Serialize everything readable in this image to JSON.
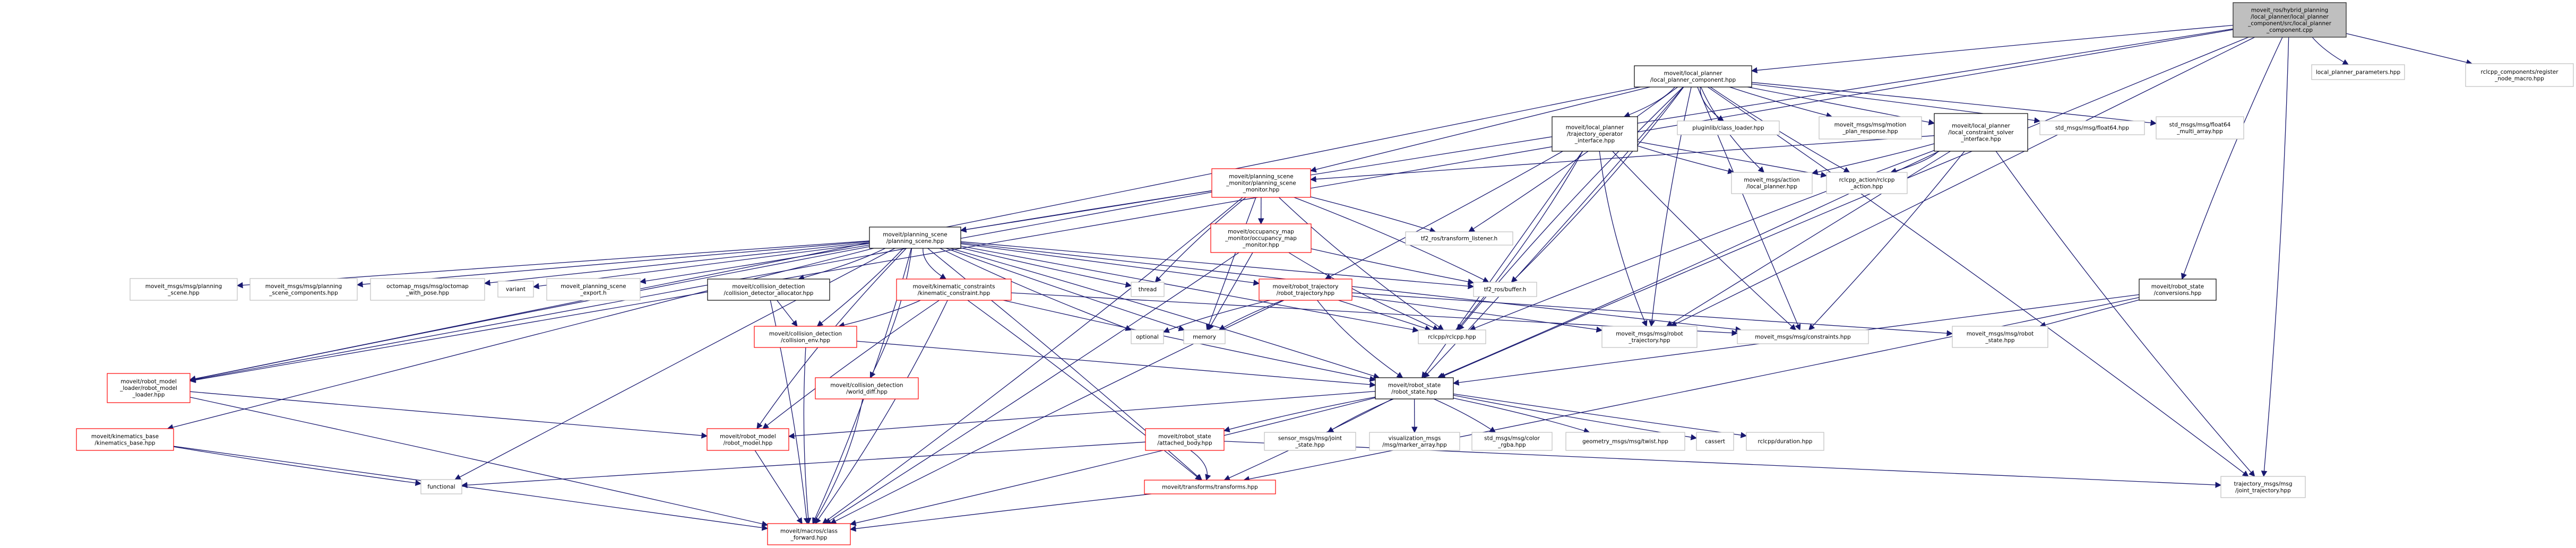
{
  "title": "Include dependency graph for local_planner_component.cpp",
  "colors": {
    "edge": "#191970",
    "root_fill": "#bfbfbf",
    "root_border": "#404040",
    "documented_border": "#000000",
    "incomplete_border": "#ff0000",
    "external_border": "#bfbfbf"
  },
  "nodes": {
    "root": {
      "label": [
        "moveit_ros/hybrid_planning",
        "/local_planner/local_planner",
        "_component/src/local_planner",
        "_component.cpp"
      ],
      "kind": "root"
    },
    "lpc": {
      "label": [
        "moveit/local_planner",
        "/local_planner_component.hpp"
      ],
      "kind": "documented"
    },
    "lpp": {
      "label": [
        "local_planner_parameters.hpp"
      ],
      "kind": "external"
    },
    "rcm": {
      "label": [
        "rclcpp_components/register",
        "_node_macro.hpp"
      ],
      "kind": "external"
    },
    "toi": {
      "label": [
        "moveit/local_planner",
        "/trajectory_operator",
        "_interface.hpp"
      ],
      "kind": "documented"
    },
    "pcl": {
      "label": [
        "pluginlib/class_loader.hpp"
      ],
      "kind": "external"
    },
    "mpr": {
      "label": [
        "moveit_msgs/msg/motion",
        "_plan_response.hpp"
      ],
      "kind": "external"
    },
    "lcs": {
      "label": [
        "moveit/local_planner",
        "/local_constraint_solver",
        "_interface.hpp"
      ],
      "kind": "documented"
    },
    "f64": {
      "label": [
        "std_msgs/msg/float64.hpp"
      ],
      "kind": "external"
    },
    "f64ma": {
      "label": [
        "std_msgs/msg/float64",
        "_multi_array.hpp"
      ],
      "kind": "external"
    },
    "mal": {
      "label": [
        "moveit_msgs/action",
        "/local_planner.hpp"
      ],
      "kind": "external"
    },
    "rca": {
      "label": [
        "rclcpp_action/rclcpp",
        "_action.hpp"
      ],
      "kind": "external"
    },
    "psm": {
      "label": [
        "moveit/planning_scene",
        "_monitor/planning_scene",
        "_monitor.hpp"
      ],
      "kind": "incomplete"
    },
    "omm": {
      "label": [
        "moveit/occupancy_map",
        "_monitor/occupancy_map",
        "_monitor.hpp"
      ],
      "kind": "incomplete"
    },
    "tfl": {
      "label": [
        "tf2_ros/transform_listener.h"
      ],
      "kind": "external"
    },
    "ps": {
      "label": [
        "moveit/planning_scene",
        "/planning_scene.hpp"
      ],
      "kind": "documented"
    },
    "mmps": {
      "label": [
        "moveit_msgs/msg/planning",
        "_scene.hpp"
      ],
      "kind": "external"
    },
    "mmpsc": {
      "label": [
        "moveit_msgs/msg/planning",
        "_scene_components.hpp"
      ],
      "kind": "external"
    },
    "oct": {
      "label": [
        "octomap_msgs/msg/octomap",
        "_with_pose.hpp"
      ],
      "kind": "external"
    },
    "var": {
      "label": [
        "variant"
      ],
      "kind": "external"
    },
    "pse": {
      "label": [
        "moveit_planning_scene",
        "_export.h"
      ],
      "kind": "external"
    },
    "cda": {
      "label": [
        "moveit/collision_detection",
        "/collision_detector_allocator.hpp"
      ],
      "kind": "documented"
    },
    "kc": {
      "label": [
        "moveit/kinematic_constraints",
        "/kinematic_constraint.hpp"
      ],
      "kind": "incomplete"
    },
    "thr": {
      "label": [
        "thread"
      ],
      "kind": "external"
    },
    "rt": {
      "label": [
        "moveit/robot_trajectory",
        "/robot_trajectory.hpp"
      ],
      "kind": "incomplete"
    },
    "tfb": {
      "label": [
        "tf2_ros/buffer.h"
      ],
      "kind": "external"
    },
    "conv": {
      "label": [
        "moveit/robot_state",
        "/conversions.hpp"
      ],
      "kind": "documented"
    },
    "ce": {
      "label": [
        "moveit/collision_detection",
        "/collision_env.hpp"
      ],
      "kind": "incomplete"
    },
    "opt": {
      "label": [
        "optional"
      ],
      "kind": "external"
    },
    "mem": {
      "label": [
        "memory"
      ],
      "kind": "external"
    },
    "rcl": {
      "label": [
        "rclcpp/rclcpp.hpp"
      ],
      "kind": "external"
    },
    "mmrt": {
      "label": [
        "moveit_msgs/msg/robot",
        "_trajectory.hpp"
      ],
      "kind": "external"
    },
    "mmc": {
      "label": [
        "moveit_msgs/msg/constraints.hpp"
      ],
      "kind": "external"
    },
    "mmrs": {
      "label": [
        "moveit_msgs/msg/robot",
        "_state.hpp"
      ],
      "kind": "external"
    },
    "rml": {
      "label": [
        "moveit/robot_model",
        "_loader/robot_model",
        "_loader.hpp"
      ],
      "kind": "incomplete"
    },
    "wd": {
      "label": [
        "moveit/collision_detection",
        "/world_diff.hpp"
      ],
      "kind": "incomplete"
    },
    "rs": {
      "label": [
        "moveit/robot_state",
        "/robot_state.hpp"
      ],
      "kind": "documented"
    },
    "kb": {
      "label": [
        "moveit/kinematics_base",
        "/kinematics_base.hpp"
      ],
      "kind": "incomplete"
    },
    "rm": {
      "label": [
        "moveit/robot_model",
        "/robot_model.hpp"
      ],
      "kind": "incomplete"
    },
    "ab": {
      "label": [
        "moveit/robot_state",
        "/attached_body.hpp"
      ],
      "kind": "incomplete"
    },
    "sjs": {
      "label": [
        "sensor_msgs/msg/joint",
        "_state.hpp"
      ],
      "kind": "external"
    },
    "vma": {
      "label": [
        "visualization_msgs",
        "/msg/marker_array.hpp"
      ],
      "kind": "external"
    },
    "rgba": {
      "label": [
        "std_msgs/msg/color",
        "_rgba.hpp"
      ],
      "kind": "external"
    },
    "twist": {
      "label": [
        "geometry_msgs/msg/twist.hpp"
      ],
      "kind": "external"
    },
    "cas": {
      "label": [
        "cassert"
      ],
      "kind": "external"
    },
    "dur": {
      "label": [
        "rclcpp/duration.hpp"
      ],
      "kind": "external"
    },
    "fun": {
      "label": [
        "functional"
      ],
      "kind": "external"
    },
    "tr": {
      "label": [
        "moveit/transforms/transforms.hpp"
      ],
      "kind": "incomplete"
    },
    "jt": {
      "label": [
        "trajectory_msgs/msg",
        "/joint_trajectory.hpp"
      ],
      "kind": "external"
    },
    "cf": {
      "label": [
        "moveit/macros/class",
        "_forward.hpp"
      ],
      "kind": "incomplete"
    }
  },
  "edges": [
    [
      "root",
      "lpc"
    ],
    [
      "root",
      "lpp"
    ],
    [
      "root",
      "rcm"
    ],
    [
      "root",
      "ps"
    ],
    [
      "root",
      "rml"
    ],
    [
      "root",
      "rs"
    ],
    [
      "root",
      "conv"
    ],
    [
      "root",
      "mmrt"
    ],
    [
      "root",
      "jt"
    ],
    [
      "lpc",
      "toi"
    ],
    [
      "lpc",
      "pcl"
    ],
    [
      "lpc",
      "mpr"
    ],
    [
      "lpc",
      "lcs"
    ],
    [
      "lpc",
      "f64"
    ],
    [
      "lpc",
      "f64ma"
    ],
    [
      "lpc",
      "mal"
    ],
    [
      "lpc",
      "rca"
    ],
    [
      "lpc",
      "psm"
    ],
    [
      "lpc",
      "tfl"
    ],
    [
      "lpc",
      "tfb"
    ],
    [
      "lpc",
      "rcl"
    ],
    [
      "lpc",
      "mmrt"
    ],
    [
      "lpc",
      "mmc"
    ],
    [
      "lpc",
      "rs"
    ],
    [
      "lpc",
      "jt"
    ],
    [
      "lpc",
      "rml"
    ],
    [
      "toi",
      "mal"
    ],
    [
      "toi",
      "rca"
    ],
    [
      "toi",
      "rt"
    ],
    [
      "toi",
      "rcl"
    ],
    [
      "toi",
      "mmrt"
    ],
    [
      "toi",
      "mmc"
    ],
    [
      "toi",
      "rs"
    ],
    [
      "lcs",
      "mal"
    ],
    [
      "lcs",
      "rca"
    ],
    [
      "lcs",
      "psm"
    ],
    [
      "lcs",
      "rcl"
    ],
    [
      "lcs",
      "mmrt"
    ],
    [
      "lcs",
      "mmc"
    ],
    [
      "lcs",
      "rs"
    ],
    [
      "lcs",
      "jt"
    ],
    [
      "psm",
      "ps"
    ],
    [
      "psm",
      "omm"
    ],
    [
      "psm",
      "tfl"
    ],
    [
      "psm",
      "tfb"
    ],
    [
      "psm",
      "rcl"
    ],
    [
      "psm",
      "thr"
    ],
    [
      "psm",
      "mem"
    ],
    [
      "psm",
      "rml"
    ],
    [
      "psm",
      "cf"
    ],
    [
      "omm",
      "rcl"
    ],
    [
      "omm",
      "tfb"
    ],
    [
      "omm",
      "mem"
    ],
    [
      "omm",
      "cf"
    ],
    [
      "ps",
      "mmps"
    ],
    [
      "ps",
      "mmpsc"
    ],
    [
      "ps",
      "oct"
    ],
    [
      "ps",
      "var"
    ],
    [
      "ps",
      "pse"
    ],
    [
      "ps",
      "cda"
    ],
    [
      "ps",
      "kc"
    ],
    [
      "ps",
      "thr"
    ],
    [
      "ps",
      "rt"
    ],
    [
      "ps",
      "ce"
    ],
    [
      "ps",
      "wd"
    ],
    [
      "ps",
      "opt"
    ],
    [
      "ps",
      "mem"
    ],
    [
      "ps",
      "rcl"
    ],
    [
      "ps",
      "mmc"
    ],
    [
      "ps",
      "rs"
    ],
    [
      "ps",
      "rm"
    ],
    [
      "ps",
      "kb"
    ],
    [
      "ps",
      "fun"
    ],
    [
      "ps",
      "tr"
    ],
    [
      "ps",
      "cf"
    ],
    [
      "ps",
      "rml"
    ],
    [
      "ps",
      "tfb"
    ],
    [
      "cda",
      "ce"
    ],
    [
      "cda",
      "cf"
    ],
    [
      "kc",
      "ce"
    ],
    [
      "kc",
      "rs"
    ],
    [
      "kc",
      "rm"
    ],
    [
      "kc",
      "mmc"
    ],
    [
      "kc",
      "tr"
    ],
    [
      "kc",
      "cf"
    ],
    [
      "rt",
      "opt"
    ],
    [
      "rt",
      "mem"
    ],
    [
      "rt",
      "rcl"
    ],
    [
      "rt",
      "mmrt"
    ],
    [
      "rt",
      "mmrs"
    ],
    [
      "rt",
      "rs"
    ],
    [
      "rt",
      "cf"
    ],
    [
      "conv",
      "mmrs"
    ],
    [
      "conv",
      "rs"
    ],
    [
      "conv",
      "tr"
    ],
    [
      "ce",
      "rs"
    ],
    [
      "ce",
      "cf"
    ],
    [
      "rml",
      "rm"
    ],
    [
      "rml",
      "cf"
    ],
    [
      "wd",
      "cf"
    ],
    [
      "rs",
      "ab"
    ],
    [
      "rs",
      "sjs"
    ],
    [
      "rs",
      "vma"
    ],
    [
      "rs",
      "rgba"
    ],
    [
      "rs",
      "twist"
    ],
    [
      "rs",
      "cas"
    ],
    [
      "rs",
      "dur"
    ],
    [
      "rs",
      "rm"
    ],
    [
      "rs",
      "tr"
    ],
    [
      "rs",
      "cf"
    ],
    [
      "kb",
      "fun"
    ],
    [
      "kb",
      "cf"
    ],
    [
      "rm",
      "cf"
    ],
    [
      "ab",
      "fun"
    ],
    [
      "ab",
      "tr"
    ],
    [
      "ab",
      "jt"
    ],
    [
      "tr",
      "cf"
    ]
  ]
}
